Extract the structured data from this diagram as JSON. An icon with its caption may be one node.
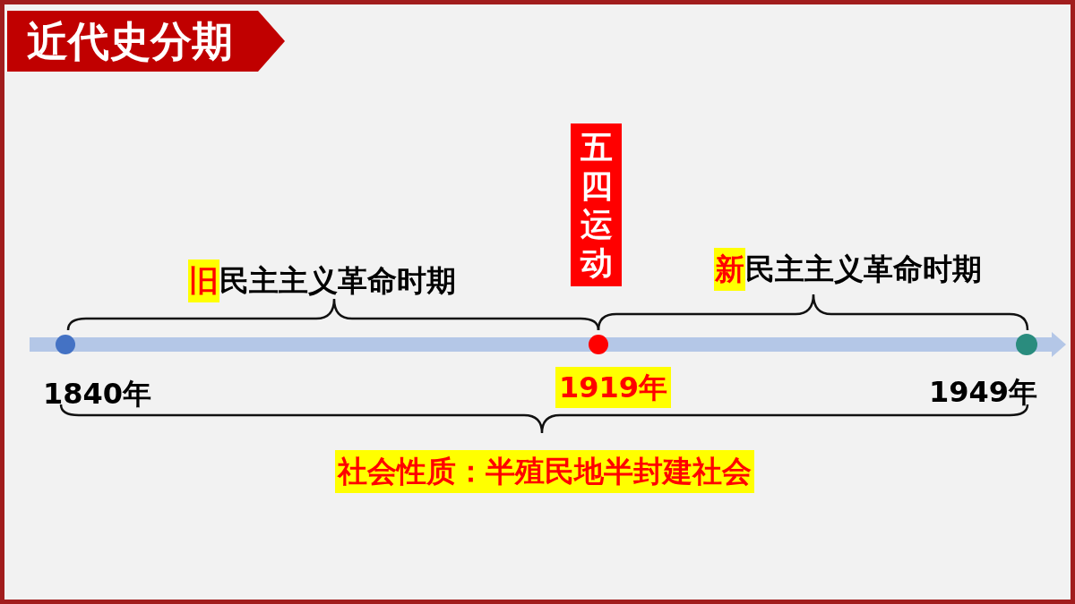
{
  "diagram": {
    "title": "近代史分期",
    "nodes": [
      {
        "text": [
          "五四运动"
        ]
      }
    ],
    "labels": [
      "旧民主主义革命时期",
      "新民主主义革命时期",
      "1840年",
      "1919年",
      "1949年",
      "社会性质：半殖民地半封建社会"
    ]
  }
}
